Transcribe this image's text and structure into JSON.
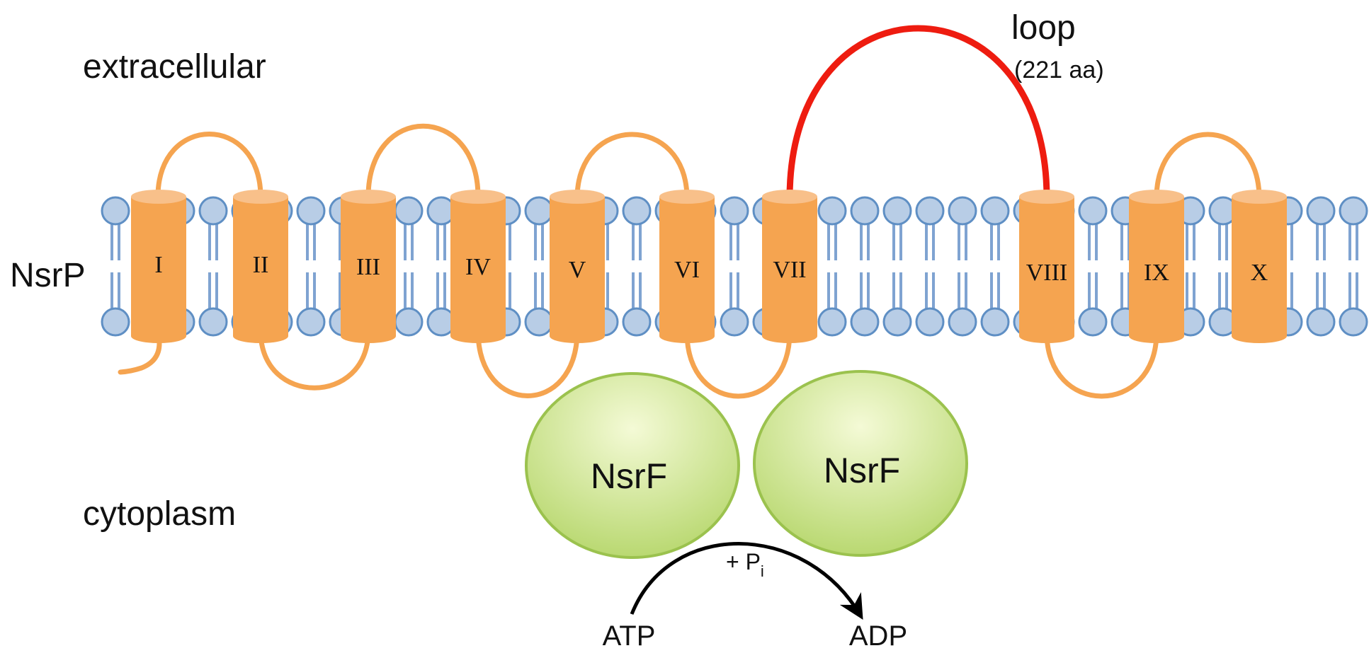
{
  "labels": {
    "extracellular": "extracellular",
    "cytoplasm": "cytoplasm",
    "membrane_protein": "NsrP",
    "loop_title": "loop",
    "loop_size": "(221 aa)"
  },
  "helices": [
    "I",
    "II",
    "III",
    "IV",
    "V",
    "VI",
    "VII",
    "VIII",
    "IX",
    "X"
  ],
  "nbd": [
    {
      "label": "NsrF"
    },
    {
      "label": "NsrF"
    }
  ],
  "reaction": {
    "substrate": "ATP",
    "product": "ADP",
    "byproduct": "+ P",
    "byproduct_sub": "i"
  },
  "colors": {
    "lipid_head": "#b8cde6",
    "lipid_head_stroke": "#5f8fc4",
    "lipid_tail": "#7fa3d1",
    "helix": "#f5a450",
    "helix_top": "#f8c08a",
    "helix_loop": "#f5a450",
    "big_loop": "#ee1c10",
    "nbd_fill_top": "#eef7c2",
    "nbd_fill_bottom": "#b5d66a",
    "nbd_stroke": "#9bc24e",
    "arrow": "#000000"
  }
}
